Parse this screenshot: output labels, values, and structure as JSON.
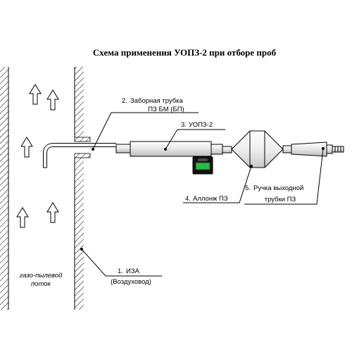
{
  "diagram": {
    "title": "Схема применения УОПЗ-2 при отборе проб",
    "flow_label": {
      "line1": "газо-пылевой",
      "line2": "поток"
    },
    "callouts": [
      {
        "number": "1.",
        "name": "ИЗА",
        "sub": "(Воздуховод)"
      },
      {
        "number": "2.",
        "name": "Заборная трубка",
        "sub": "ПЗ БМ (БП)"
      },
      {
        "number": "3.",
        "name": "УОПЗ-2",
        "sub": ""
      },
      {
        "number": "4.",
        "name": "Аллонж ПЗ",
        "sub": ""
      },
      {
        "number": "5.",
        "name": "Ручка выходной",
        "sub": "трубки ПЗ"
      }
    ],
    "colors": {
      "line": "#000000",
      "hatch": "#000000",
      "device_body": "#111111",
      "device_screen": "#2db84a"
    }
  }
}
